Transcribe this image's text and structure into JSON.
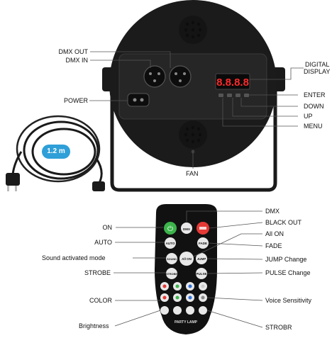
{
  "device": {
    "display_digits": "8.8.8.8",
    "labels": {
      "dmx_out": "DMX OUT",
      "dmx_in": "DMX IN",
      "power": "POWER",
      "fan": "FAN",
      "digital_display_line1": "DIGITAL",
      "digital_display_line2": "DISPLAY",
      "enter": "ENTER",
      "down": "DOWN",
      "up": "UP",
      "menu": "MENU"
    }
  },
  "cable": {
    "length": "1.2 m"
  },
  "remote": {
    "left_labels": {
      "on": "ON",
      "auto": "AUTO",
      "sound": "Sound activated mode",
      "strobe": "STROBE",
      "color": "COLOR",
      "brightness": "Brightness"
    },
    "right_labels": {
      "dmx": "DMX",
      "black_out": "BLACK OUT",
      "all_on": "All ON",
      "fade": "FADE",
      "jump": "JUMP Change",
      "pulse": "PULSE Change",
      "voice": "Voice Sensitivity",
      "strobr": "STROBR"
    },
    "buttons": {
      "dmx": "DMX",
      "auto": "AUTO",
      "fade": "FADE",
      "sound": "SOUND",
      "all_on": "All ON",
      "jump": "JUMP",
      "strobe": "STROBE",
      "pulse": "PULSE"
    },
    "brand": "PARTY LAMP"
  },
  "colors": {
    "device_body": "#1b1b1b",
    "device_panel": "#2a2a2a",
    "display_digits": "#ff2a2a",
    "cable_badge": "#2e9fd8",
    "remote_body": "#111111",
    "on_button": "#3cb44b",
    "blackout_button": "#e53935"
  }
}
